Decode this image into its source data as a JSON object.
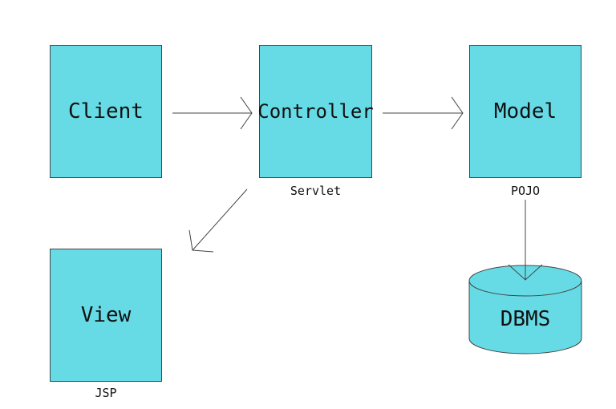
{
  "colors": {
    "box_fill": "#66dbe6",
    "stroke": "#444444",
    "text": "#111111"
  },
  "nodes": {
    "client": {
      "label": "Client"
    },
    "controller": {
      "label": "Controller",
      "caption": "Servlet"
    },
    "model": {
      "label": "Model",
      "caption": "POJO"
    },
    "view": {
      "label": "View",
      "caption": "JSP"
    },
    "dbms": {
      "label": "DBMS"
    }
  }
}
